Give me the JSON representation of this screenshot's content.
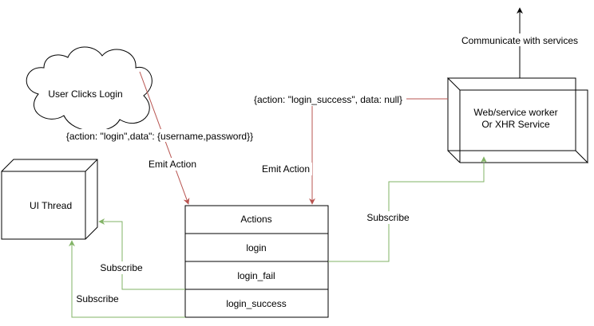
{
  "nodes": {
    "cloud": "User Clicks Login",
    "ui_thread": "UI Thread",
    "worker_line1": "Web/service worker",
    "worker_line2": "Or XHR Service",
    "actions": {
      "header": "Actions",
      "items": [
        "login",
        "login_fail",
        "login_success"
      ]
    }
  },
  "edge_labels": {
    "login_payload": "{action: \"login\",data\": {username,password}}",
    "emit_action_left": "Emit Action",
    "success_payload": "{action: \"login_success\", data: null}",
    "emit_action_right": "Emit Action",
    "communicate": "Communicate with services",
    "subscribe_worker": "Subscribe",
    "subscribe_fail": "Subscribe",
    "subscribe_success": "Subscribe"
  },
  "colors": {
    "emit_edge": "#b85450",
    "subscribe_edge": "#82b366",
    "stroke": "#000000",
    "fill": "#ffffff"
  }
}
